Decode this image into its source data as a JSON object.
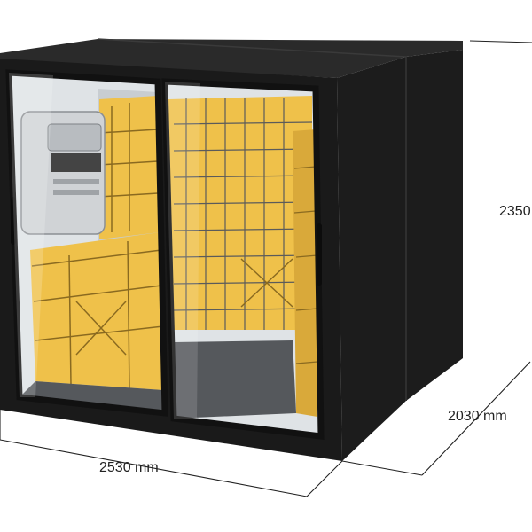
{
  "dimensions": {
    "width": "2530 mm",
    "depth": "2030 mm",
    "height": "2350"
  },
  "colors": {
    "frame": "#1c1c1c",
    "frame_light": "#2a2a2a",
    "glass_tint": "#d6dde2",
    "shelving": "#efc14a",
    "shelving_shade": "#d9a93a",
    "floor": "#55585c",
    "printer": "#d0d3d6"
  }
}
